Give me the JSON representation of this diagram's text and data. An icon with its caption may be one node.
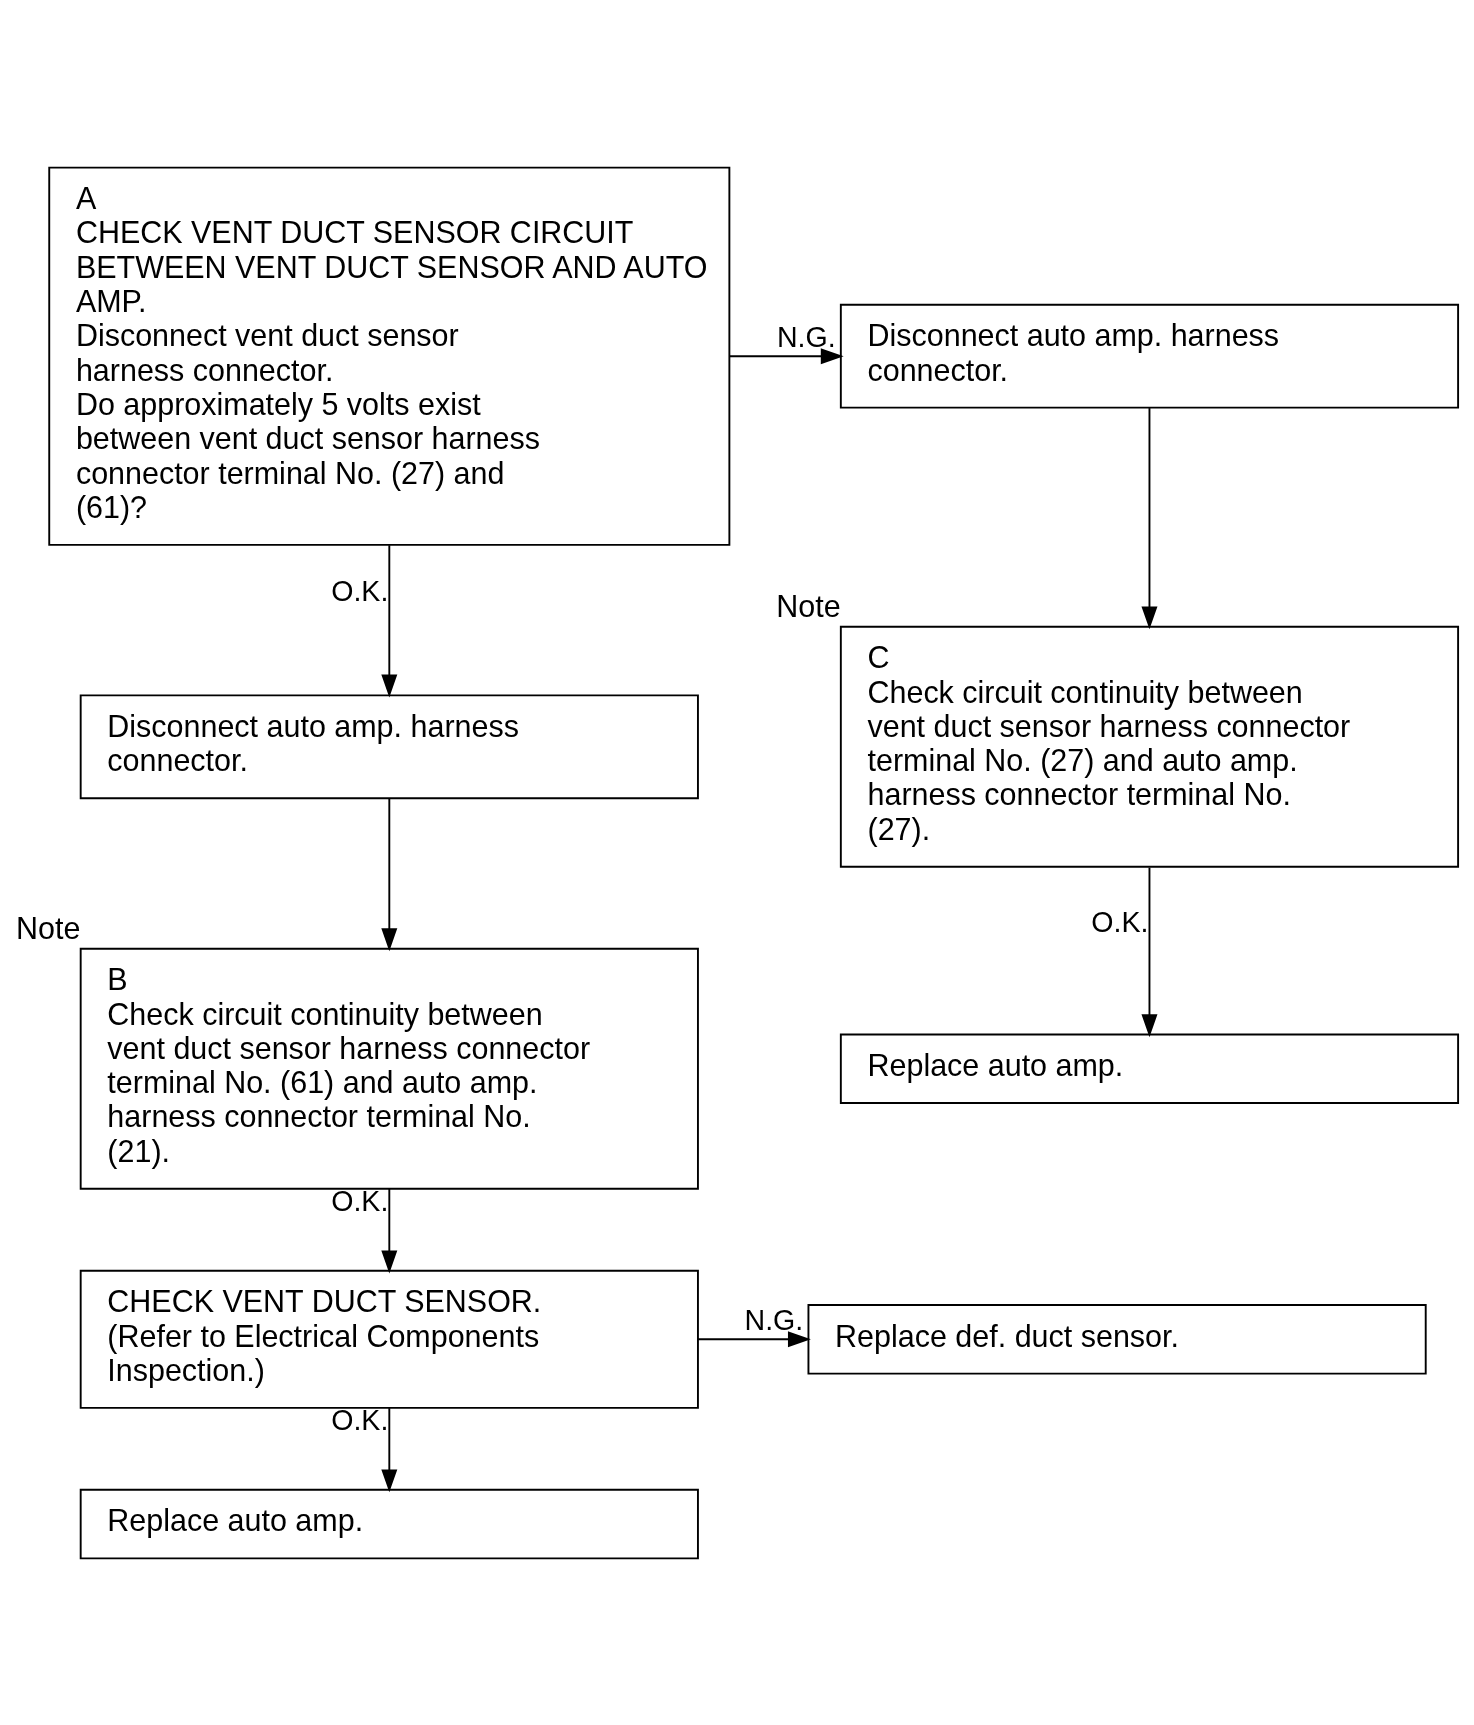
{
  "diagram": {
    "nodes": [
      {
        "text": [
          "A",
          "CHECK VENT DUCT SENSOR CIRCUIT BETWEEN VENT DUCT SENSOR AND AUTO AMP.",
          "Disconnect vent duct sensor harness connector.",
          "Do approximately 5 volts exist between vent duct sensor harness connector terminal No. (27) and (61)?"
        ]
      },
      {
        "text": [
          "Disconnect auto amp. harness connector."
        ]
      },
      {
        "text": [
          "C",
          "Check circuit continuity between vent duct sensor harness connector terminal No. (27) and auto amp. harness connector terminal No. (27)."
        ],
        "beside": [
          "Note"
        ]
      },
      {
        "text": [
          "Replace auto amp."
        ]
      },
      {
        "text": [
          "Disconnect auto amp. harness connector."
        ]
      },
      {
        "text": [
          "B",
          "Check circuit continuity between vent duct sensor harness connector terminal No. (61) and auto amp. harness connector terminal No. (21)."
        ],
        "beside": [
          "Note"
        ]
      },
      {
        "text": [
          "CHECK VENT DUCT SENSOR.",
          "(Refer to Electrical Components Inspection.)"
        ]
      },
      {
        "text": [
          "Replace def. duct sensor."
        ]
      },
      {
        "text": [
          "Replace auto amp."
        ]
      }
    ],
    "edges": [
      {
        "from": 0,
        "to": 1,
        "arrow": "to",
        "label": "N.G."
      },
      {
        "from": 1,
        "to": 2,
        "arrow": "to"
      },
      {
        "from": 2,
        "to": 3,
        "arrow": "to",
        "label": "O.K."
      },
      {
        "from": 0,
        "to": 4,
        "arrow": "to",
        "label": "O.K."
      },
      {
        "from": 4,
        "to": 5,
        "arrow": "to"
      },
      {
        "from": 5,
        "to": 6,
        "arrow": "to",
        "label": "O.K."
      },
      {
        "from": 6,
        "to": 7,
        "arrow": "to",
        "label": "N.G."
      },
      {
        "from": 6,
        "to": 8,
        "arrow": "to",
        "label": "O.K."
      }
    ]
  }
}
